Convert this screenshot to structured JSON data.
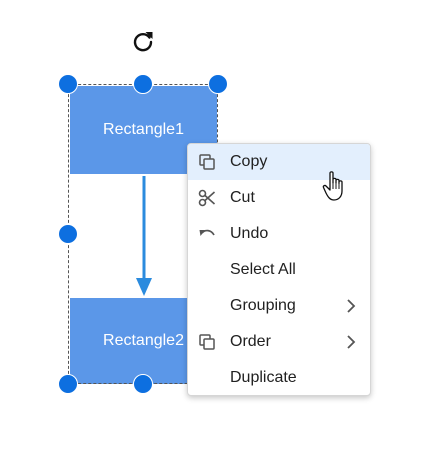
{
  "colors": {
    "shape_fill": "#5b97e8",
    "handle_fill": "#0d6fe0",
    "connector": "#2b8bde",
    "menu_hover": "#e3effd",
    "menu_text": "#212121"
  },
  "diagram": {
    "shapes": [
      {
        "label": "Rectangle1"
      },
      {
        "label": "Rectangle2"
      }
    ],
    "rotate_icon": "rotate-icon"
  },
  "context_menu": {
    "items": [
      {
        "label": "Copy",
        "icon": "copy-icon",
        "hovered": true
      },
      {
        "label": "Cut",
        "icon": "scissors-icon"
      },
      {
        "label": "Undo",
        "icon": "undo-icon"
      },
      {
        "label": "Select All"
      },
      {
        "label": "Grouping",
        "submenu": true
      },
      {
        "label": "Order",
        "icon": "order-icon",
        "submenu": true
      },
      {
        "label": "Duplicate"
      }
    ]
  }
}
